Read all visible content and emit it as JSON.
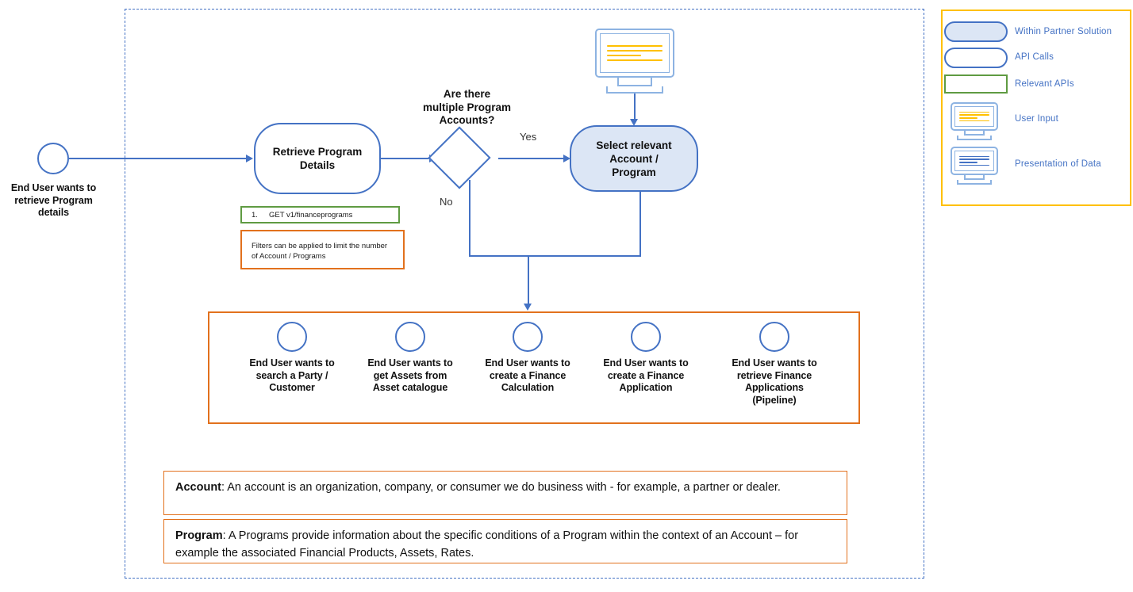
{
  "start_node": {
    "label": "End User wants to\nretrieve Program\ndetails",
    "icon": "start-circle"
  },
  "flow": {
    "retrieve_node": "Retrieve Program\nDetails",
    "decision_title": "Are there\nmultiple Program\nAccounts?",
    "yes_label": "Yes",
    "no_label": "No",
    "select_node": "Select relevant\nAccount  /\nProgram",
    "monitor_icon": "user-input-monitor-icon"
  },
  "api": {
    "endpoint_number": "1.",
    "endpoint": "GET v1/financeprograms",
    "note": "Filters can be applied to limit the number of Account / Programs"
  },
  "outcomes": [
    {
      "label": "End User wants to\nsearch a Party /\nCustomer"
    },
    {
      "label": "End User wants to\nget Assets from\nAsset catalogue"
    },
    {
      "label": "End User wants to\ncreate a Finance\nCalculation"
    },
    {
      "label": "End User wants to\ncreate a Finance\nApplication"
    },
    {
      "label": "End User wants to\nretrieve Finance\nApplications\n(Pipeline)"
    }
  ],
  "definitions": [
    {
      "term": "Account",
      "text": ": An account is an organization, company, or consumer we do business with - for example, a partner or dealer."
    },
    {
      "term": "Program",
      "text": ": A Programs provide information about the specific conditions of a Program within the context of an Account – for example the associated Financial Products, Assets, Rates."
    }
  ],
  "legend": {
    "items": [
      {
        "label": "Within Partner Solution",
        "shape": "pill-filled"
      },
      {
        "label": "API Calls",
        "shape": "pill-white"
      },
      {
        "label": "Relevant APIs",
        "shape": "rect-green"
      },
      {
        "label": "User Input",
        "shape": "monitor-yellow"
      },
      {
        "label": "Presentation of Data",
        "shape": "monitor-blue"
      }
    ]
  },
  "colors": {
    "blue": "#4472c4",
    "light_blue_fill": "#dce6f5",
    "monitor_stroke": "#8db3e2",
    "orange": "#e2711d",
    "green": "#5f9b42",
    "yellow": "#ffc000",
    "scan_yellow": "#ffc000"
  }
}
